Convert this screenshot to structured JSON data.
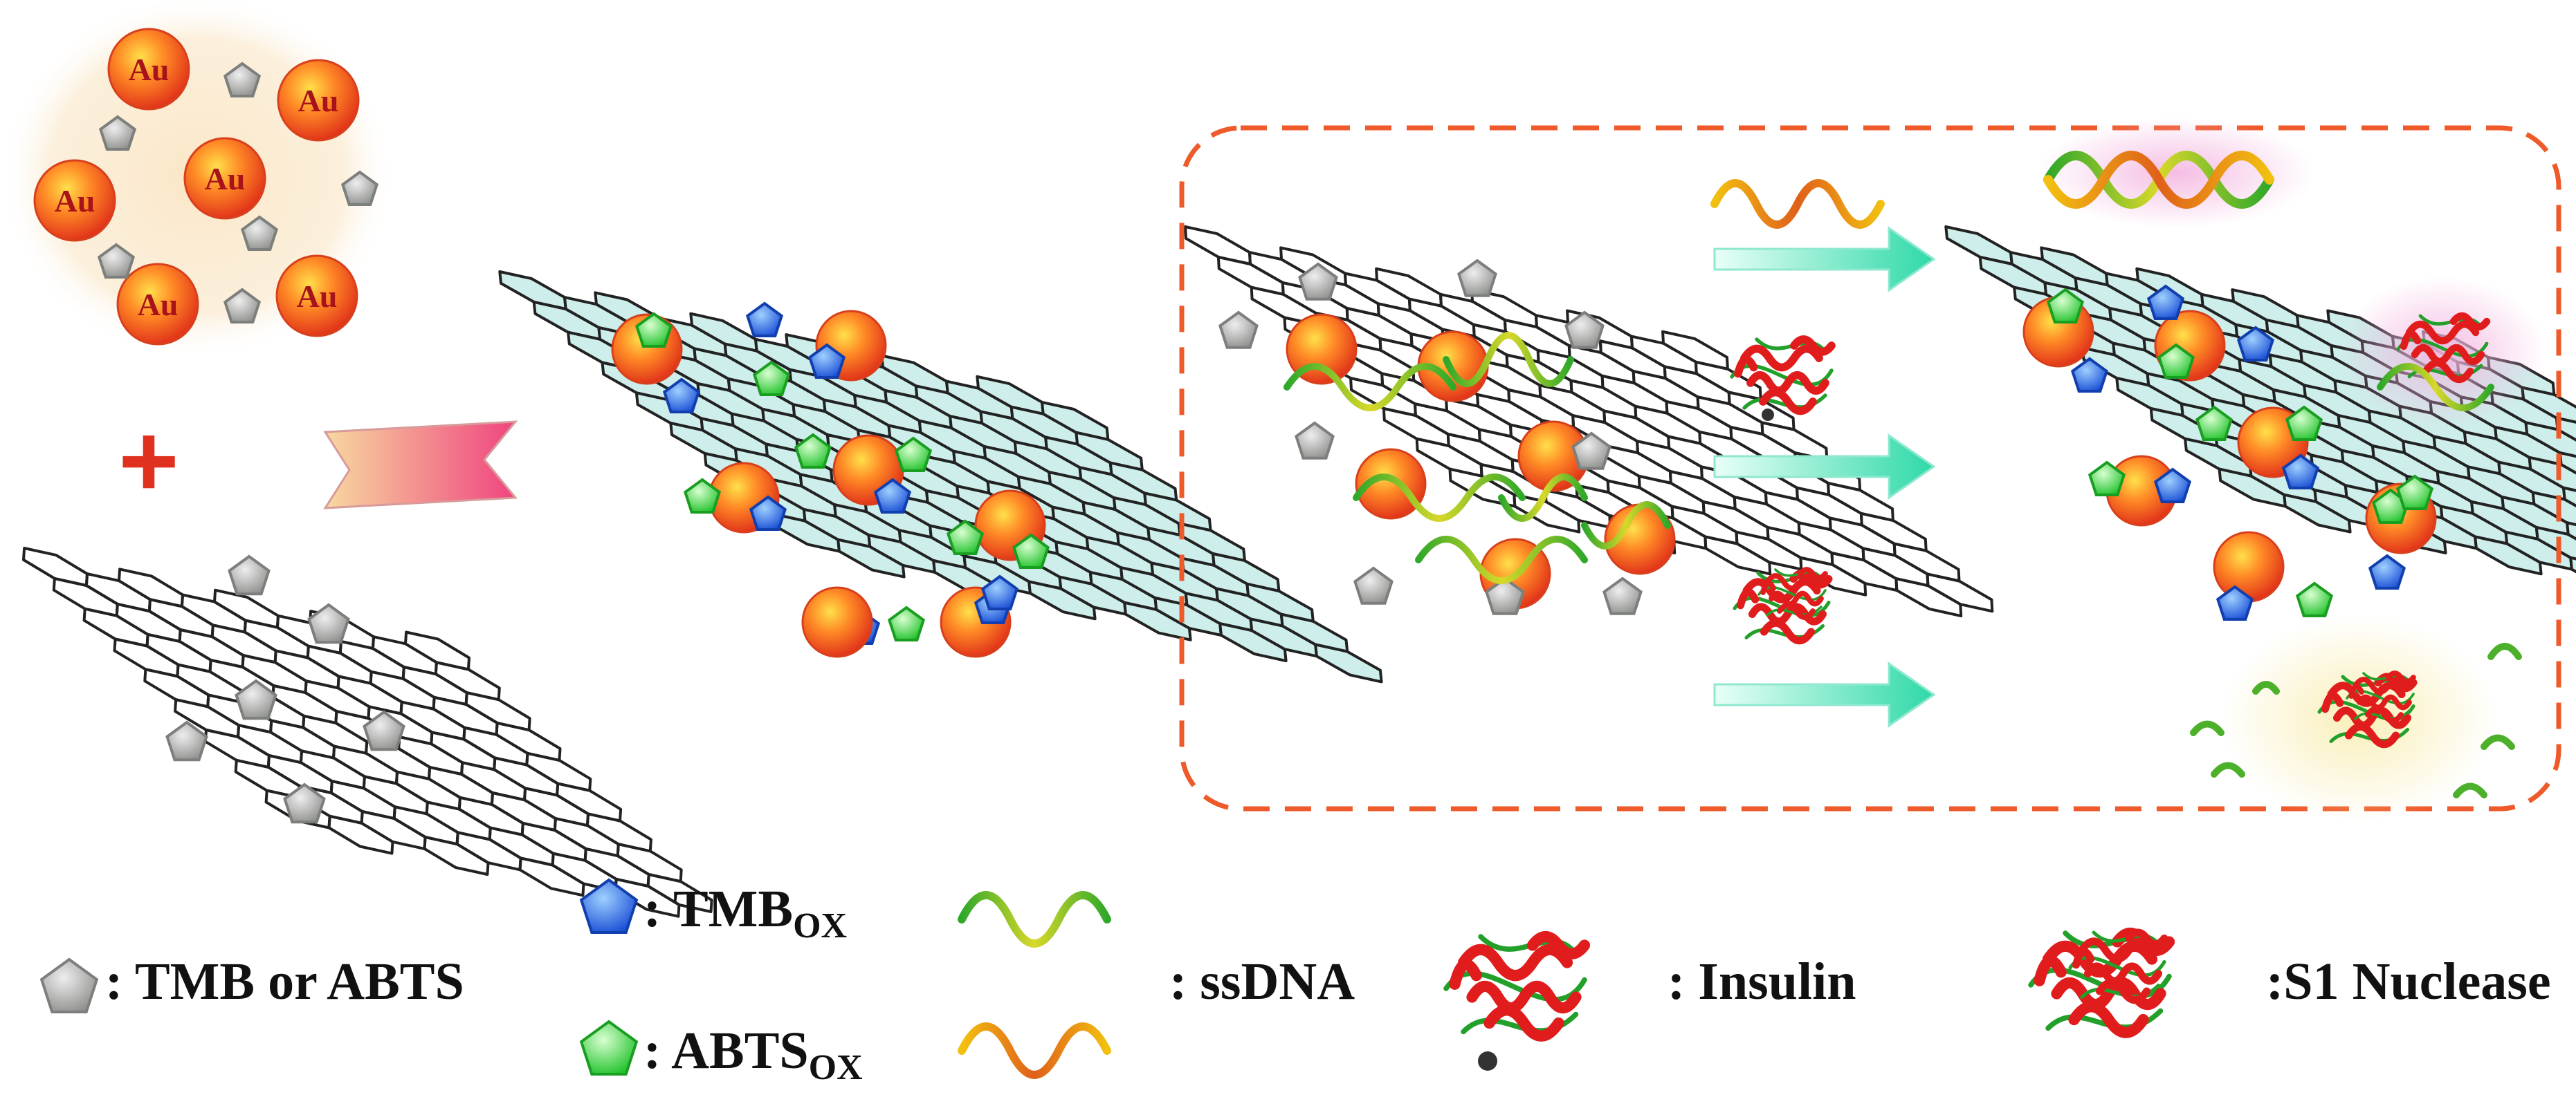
{
  "nanoparticles": {
    "label": "Au",
    "count": 6
  },
  "operators": {
    "plus": "+"
  },
  "legend": {
    "substrate": {
      "colon": ":",
      "label": "TMB or ABTS",
      "icon": "gray-pentagon-icon"
    },
    "tmb_ox": {
      "colon": ":",
      "label": "TMB",
      "subscript": "OX",
      "icon": "blue-pentagon-icon"
    },
    "abts_ox": {
      "colon": ":",
      "label": "ABTS",
      "subscript": "OX",
      "icon": "green-pentagon-icon"
    },
    "ssdna": {
      "label": ": ssDNA",
      "icon": "dna-strand-icon"
    },
    "insulin": {
      "label": ": Insulin",
      "icon": "insulin-protein-icon"
    },
    "s1_nuclease": {
      "label": ":S1 Nuclease",
      "icon": "s1-nuclease-protein-icon"
    }
  },
  "colors": {
    "gold_particle": "#f05a1e",
    "gold_highlight": "#ffd03a",
    "gray_pentagon": "#a7a9a6",
    "blue_pentagon": "#1f5fe0",
    "green_pentagon": "#33d43c",
    "sheet_line": "#222222",
    "sheet_fill": "#cdeeea",
    "dashed_frame": "#ee5a2a",
    "teal_arrow": "#3fe0b4",
    "pink_arrow": "#f06a9a"
  }
}
